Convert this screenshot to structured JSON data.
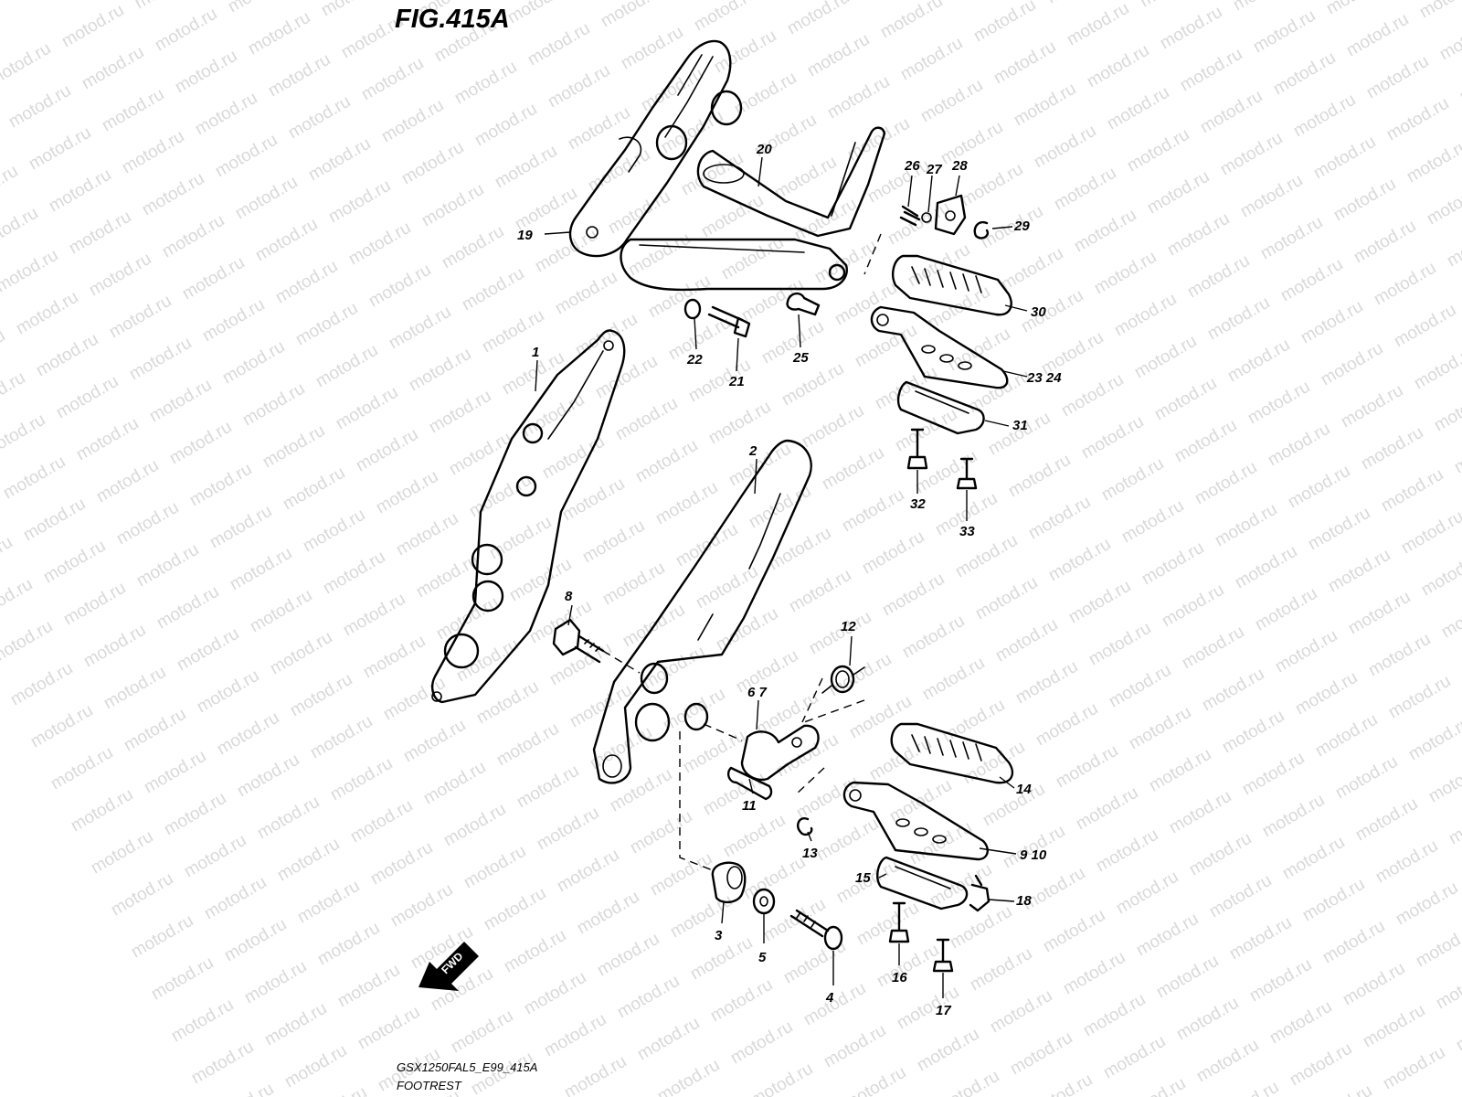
{
  "figure": {
    "title": "FIG.415A",
    "model_code": "GSX1250FAL5_E99_415A",
    "section_name": "FOOTREST",
    "fwd_label": "FWD"
  },
  "watermark": {
    "text": "motod.ru"
  },
  "callouts": {
    "1": "1",
    "2": "2",
    "3": "3",
    "4": "4",
    "5": "5",
    "6_7": "6 7",
    "8": "8",
    "9_10": "9 10",
    "11": "11",
    "12": "12",
    "13": "13",
    "14": "14",
    "15": "15",
    "16": "16",
    "17": "17",
    "18": "18",
    "19": "19",
    "20": "20",
    "21": "21",
    "22": "22",
    "23_24": "23 24",
    "25": "25",
    "26": "26",
    "27": "27",
    "28": "28",
    "29": "29",
    "30": "30",
    "31": "31",
    "32": "32",
    "33": "33"
  }
}
